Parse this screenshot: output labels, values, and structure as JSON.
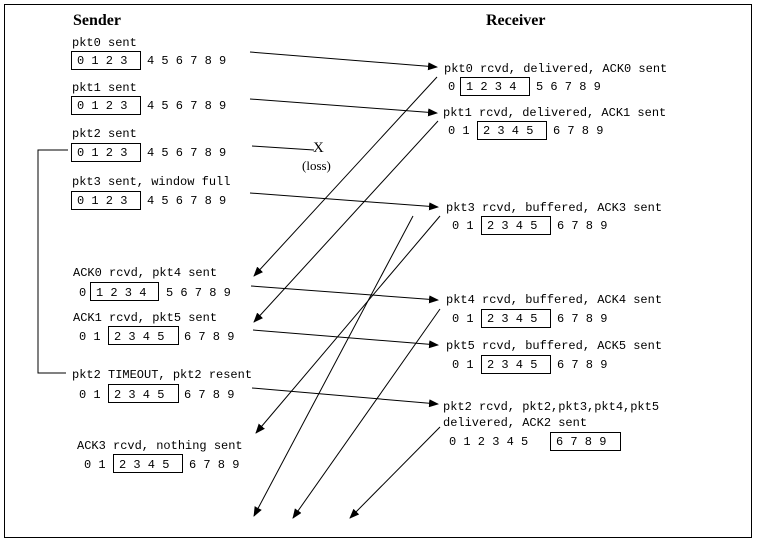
{
  "headers": {
    "sender": "Sender",
    "receiver": "Receiver"
  },
  "sender": {
    "pkt0": {
      "label": "pkt0 sent",
      "seq_win": "0 1 2 3",
      "seq_rest": "4 5 6 7 8 9"
    },
    "pkt1": {
      "label": "pkt1 sent",
      "seq_win": "0 1 2 3",
      "seq_rest": "4 5 6 7 8 9"
    },
    "pkt2": {
      "label": "pkt2 sent",
      "seq_win": "0 1 2 3",
      "seq_rest": "4 5 6 7 8 9"
    },
    "pkt3": {
      "label": "pkt3 sent, window full",
      "seq_win": "0 1 2 3",
      "seq_rest": "4 5 6 7 8 9"
    },
    "ack0": {
      "label": "ACK0 rcvd, pkt4 sent",
      "seq_pre": "0",
      "seq_win": "1 2 3 4",
      "seq_rest": "5 6 7 8 9"
    },
    "ack1": {
      "label": "ACK1 rcvd, pkt5 sent",
      "seq_pre": "0 1",
      "seq_win": "2 3 4 5",
      "seq_rest": "6 7 8 9"
    },
    "timeout": {
      "label": "pkt2 TIMEOUT, pkt2 resent",
      "seq_pre": "0 1",
      "seq_win": "2 3 4 5",
      "seq_rest": "6 7 8 9"
    },
    "ack3": {
      "label": "ACK3 rcvd, nothing sent",
      "seq_pre": "0 1",
      "seq_win": "2 3 4 5",
      "seq_rest": "6 7 8 9"
    }
  },
  "receiver": {
    "pkt0": {
      "label": "pkt0 rcvd, delivered, ACK0 sent",
      "seq_pre": "0",
      "seq_win": "1 2 3 4",
      "seq_rest": "5 6 7 8 9"
    },
    "pkt1": {
      "label": "pkt1 rcvd, delivered, ACK1 sent",
      "seq_pre": "0 1",
      "seq_win": "2 3 4 5",
      "seq_rest": "6 7 8 9"
    },
    "pkt3": {
      "label": "pkt3 rcvd, buffered, ACK3 sent",
      "seq_pre": "0 1",
      "seq_win": "2 3 4 5",
      "seq_rest": "6 7 8 9"
    },
    "pkt4": {
      "label": "pkt4 rcvd, buffered, ACK4 sent",
      "seq_pre": "0 1",
      "seq_win": "2 3 4 5",
      "seq_rest": "6 7 8 9"
    },
    "pkt5": {
      "label": "pkt5 rcvd, buffered, ACK5 sent",
      "seq_pre": "0 1",
      "seq_win": "2 3 4 5",
      "seq_rest": "6 7 8 9"
    },
    "pkt2": {
      "label": "pkt2 rcvd, pkt2,pkt3,pkt4,pkt5",
      "label2": "delivered, ACK2 sent",
      "seq_pre": "0 1 2 3 4 5",
      "seq_win": "6 7 8 9"
    }
  },
  "loss": {
    "mark": "X",
    "label": "(loss)"
  }
}
